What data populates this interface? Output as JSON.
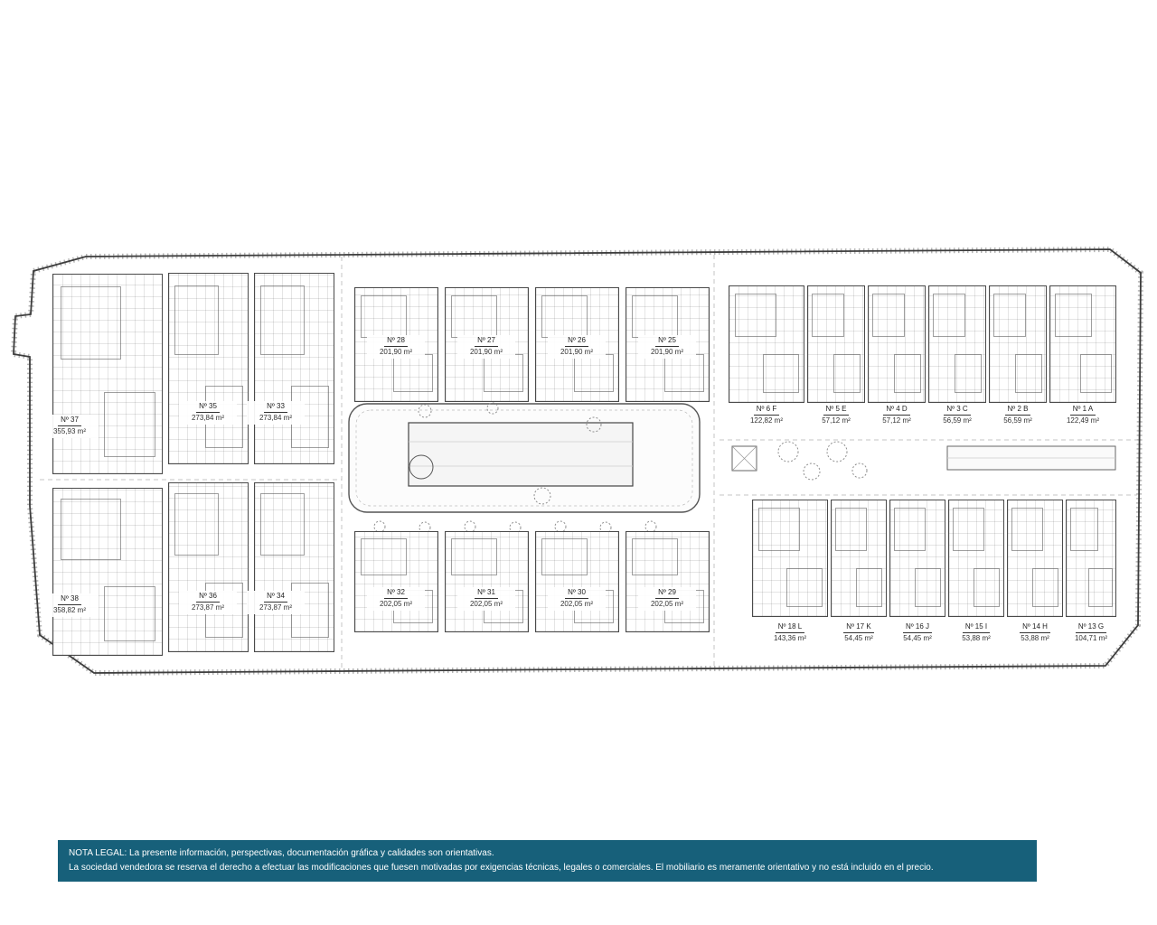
{
  "colors": {
    "banner_background": "#17607a",
    "drawing_line": "#3d3d3d",
    "page_background": "#ffffff"
  },
  "legal": {
    "line1": "NOTA LEGAL: La presente información, perspectivas, documentación gráfica y calidades son orientativas.",
    "line2": "La sociedad vendedora se reserva el derecho a efectuar las modificaciones que fuesen motivadas por exigencias técnicas, legales o comerciales. El mobiliario es meramente orientativo y no está incluido en el precio."
  },
  "plan": {
    "units": [
      {
        "id": "unit-37",
        "number": "Nº 37",
        "area": "355,93 m²"
      },
      {
        "id": "unit-35",
        "number": "Nº 35",
        "area": "273,84 m²"
      },
      {
        "id": "unit-33",
        "number": "Nº 33",
        "area": "273,84 m²"
      },
      {
        "id": "unit-28",
        "number": "Nº 28",
        "area": "201,90 m²"
      },
      {
        "id": "unit-27",
        "number": "Nº 27",
        "area": "201,90 m²"
      },
      {
        "id": "unit-26",
        "number": "Nº 26",
        "area": "201,90 m²"
      },
      {
        "id": "unit-25",
        "number": "Nº 25",
        "area": "201,90 m²"
      },
      {
        "id": "unit-6F",
        "number": "Nº 6 F",
        "area": "122,82 m²"
      },
      {
        "id": "unit-5E",
        "number": "Nº 5 E",
        "area": "57,12 m²"
      },
      {
        "id": "unit-4D",
        "number": "Nº 4 D",
        "area": "57,12 m²"
      },
      {
        "id": "unit-3C",
        "number": "Nº 3 C",
        "area": "56,59 m²"
      },
      {
        "id": "unit-2B",
        "number": "Nº 2 B",
        "area": "56,59 m²"
      },
      {
        "id": "unit-1A",
        "number": "Nº 1 A",
        "area": "122,49 m²"
      },
      {
        "id": "unit-38",
        "number": "Nº 38",
        "area": "358,82 m²"
      },
      {
        "id": "unit-36",
        "number": "Nº 36",
        "area": "273,87 m²"
      },
      {
        "id": "unit-34",
        "number": "Nº 34",
        "area": "273,87 m²"
      },
      {
        "id": "unit-32",
        "number": "Nº 32",
        "area": "202,05 m²"
      },
      {
        "id": "unit-31",
        "number": "Nº 31",
        "area": "202,05 m²"
      },
      {
        "id": "unit-30",
        "number": "Nº 30",
        "area": "202,05 m²"
      },
      {
        "id": "unit-29",
        "number": "Nº 29",
        "area": "202,05 m²"
      },
      {
        "id": "unit-18L",
        "number": "Nº 18 L",
        "area": "143,36 m²"
      },
      {
        "id": "unit-17K",
        "number": "Nº 17 K",
        "area": "54,45 m²"
      },
      {
        "id": "unit-16J",
        "number": "Nº 16 J",
        "area": "54,45 m²"
      },
      {
        "id": "unit-15I",
        "number": "Nº 15 I",
        "area": "53,88 m²"
      },
      {
        "id": "unit-14H",
        "number": "Nº 14 H",
        "area": "53,88 m²"
      },
      {
        "id": "unit-13G",
        "number": "Nº 13 G",
        "area": "104,71 m²"
      }
    ]
  }
}
